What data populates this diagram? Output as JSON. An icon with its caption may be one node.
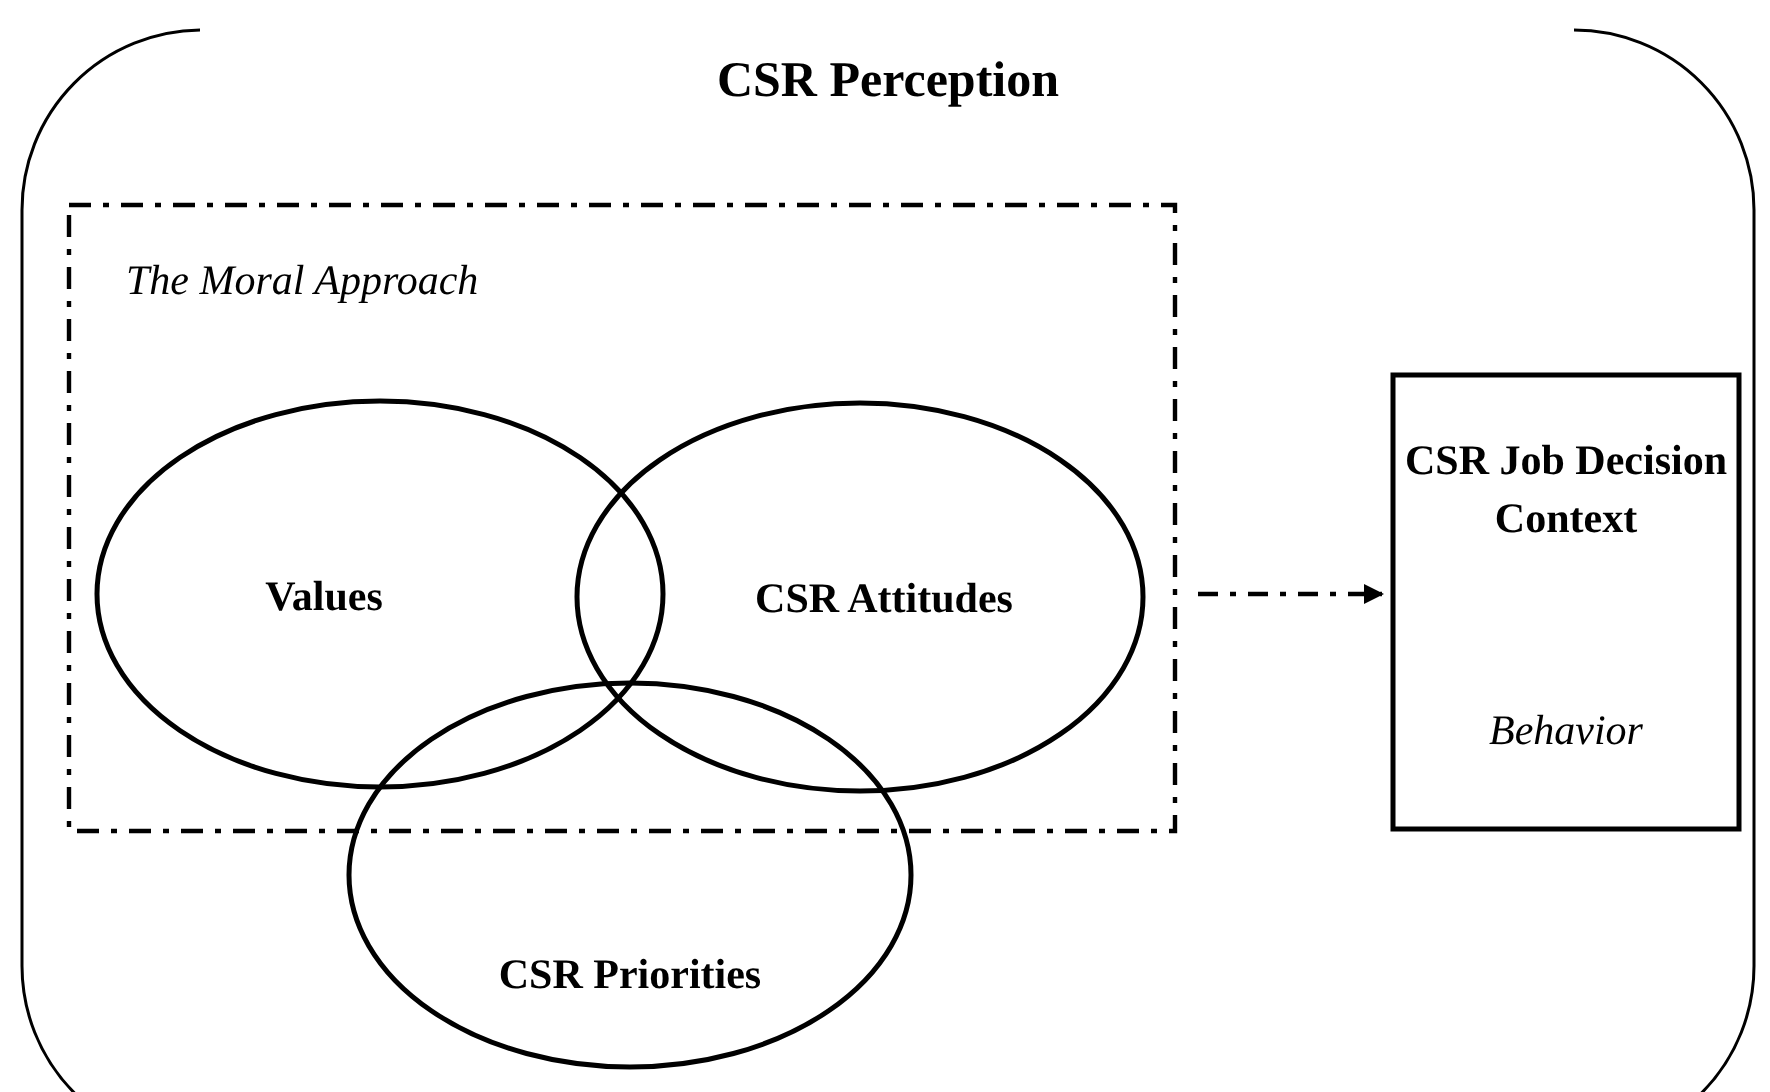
{
  "diagram": {
    "nodes": [
      {
        "text": [
          "CSR Perception"
        ]
      },
      {
        "text": [
          "The Moral Approach"
        ],
        "in": 0
      },
      {
        "text": [
          "Values"
        ],
        "in": 1
      },
      {
        "text": [
          "CSR Attitudes"
        ],
        "in": 1
      },
      {
        "text": [
          "CSR Priorities"
        ],
        "in": 0
      },
      {
        "text": [
          "CSR Job Decision Context",
          "Behavior"
        ],
        "in": 0
      }
    ],
    "edges": [
      {
        "from": 1,
        "to": 5,
        "arrow": "to",
        "style": "dashed"
      }
    ]
  }
}
